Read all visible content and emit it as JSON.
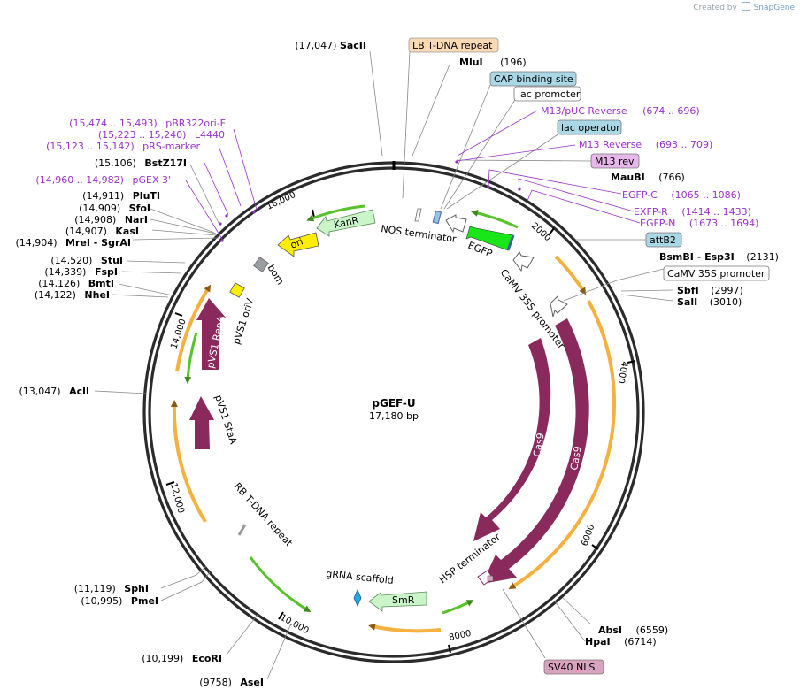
{
  "credit": {
    "prefix": "Created by",
    "brand": "SnapGene"
  },
  "plasmid": {
    "name": "pGEF-U",
    "length_label": "17,180 bp",
    "length": 17180
  },
  "colors": {
    "ring": "#2b2b2b",
    "site_text": "#000000",
    "primer": "#9b30c9",
    "cds_purple": "#8a2a5c",
    "egfp_green": "#19e619",
    "kanr_green": "#c9f5c9",
    "ori_yellow": "#ffee00",
    "feature_orange": "#f6b040",
    "feature_green": "#58c22a",
    "lb_fill": "#fbd9b4",
    "blue_box": "#a9d7e6",
    "pink_box": "#d9a3bf",
    "m13rev_box": "#e7b6ea"
  },
  "ticks": [
    "2000",
    "4000",
    "6000",
    "8000",
    "10,000",
    "12,000",
    "14,000",
    "16,000"
  ],
  "labels": {
    "sites": [
      {
        "pos": "(17,047)",
        "name": "SacII"
      },
      {
        "pos": "(196)",
        "name": "MluI"
      },
      {
        "pos": "(766)",
        "name": "MauBI"
      },
      {
        "pos": "(2131)",
        "name": "BsmBI - Esp3I"
      },
      {
        "pos": "(2997)",
        "name": "SbfI"
      },
      {
        "pos": "(3010)",
        "name": "SalI"
      },
      {
        "pos": "(6559)",
        "name": "AbsI"
      },
      {
        "pos": "(6714)",
        "name": "HpaI"
      },
      {
        "pos": "(10,199)",
        "name": "EcoRI"
      },
      {
        "pos": "(9758)",
        "name": "AseI"
      },
      {
        "pos": "(11,119)",
        "name": "SphI"
      },
      {
        "pos": "(10,995)",
        "name": "PmeI"
      },
      {
        "pos": "(13,047)",
        "name": "AclI"
      },
      {
        "pos": "(14,520)",
        "name": "StuI"
      },
      {
        "pos": "(14,339)",
        "name": "FspI"
      },
      {
        "pos": "(14,126)",
        "name": "BmtI"
      },
      {
        "pos": "(14,122)",
        "name": "NheI"
      },
      {
        "pos": "(15,106)",
        "name": "BstZ17I"
      },
      {
        "pos": "(14,911)",
        "name": "PluTI"
      },
      {
        "pos": "(14,909)",
        "name": "SfoI"
      },
      {
        "pos": "(14,908)",
        "name": "NarI"
      },
      {
        "pos": "(14,907)",
        "name": "KasI"
      },
      {
        "pos": "(14,904)",
        "name": "MreI - SgrAI"
      }
    ],
    "primers": [
      {
        "name": "M13/pUC Reverse",
        "range": "(674 .. 696)"
      },
      {
        "name": "M13 Reverse",
        "range": "(693 .. 709)"
      },
      {
        "name": "EGFP-C",
        "range": "(1065 .. 1086)"
      },
      {
        "name": "EXFP-R",
        "range": "(1414 .. 1433)"
      },
      {
        "name": "EGFP-N",
        "range": "(1673 .. 1694)"
      },
      {
        "name": "pBR322ori-F",
        "range": "(15,474 .. 15,493)"
      },
      {
        "name": "L4440",
        "range": "(15,223 .. 15,240)"
      },
      {
        "name": "pRS-marker",
        "range": "(15,123 .. 15,142)"
      },
      {
        "name": "pGEX 3'",
        "range": "(14,960 .. 14,982)"
      }
    ],
    "boxed": [
      {
        "text": "LB T-DNA repeat"
      },
      {
        "text": "CAP binding site"
      },
      {
        "text": "lac promoter"
      },
      {
        "text": "lac operator"
      },
      {
        "text": "M13 rev"
      },
      {
        "text": "attB2"
      },
      {
        "text": "CaMV 35S promoter"
      },
      {
        "text": "SV40 NLS"
      }
    ],
    "features": [
      {
        "text": "NOS terminator"
      },
      {
        "text": "EGFP"
      },
      {
        "text": "CaMV 35S promoter"
      },
      {
        "text": "Cas9"
      },
      {
        "text": "Cas9"
      },
      {
        "text": "HSP terminator"
      },
      {
        "text": "gRNA scaffold"
      },
      {
        "text": "SmR"
      },
      {
        "text": "RB T-DNA repeat"
      },
      {
        "text": "pVS1 StaA"
      },
      {
        "text": "pVS1 RepA"
      },
      {
        "text": "pVS1 oriV"
      },
      {
        "text": "bom"
      },
      {
        "text": "ori"
      },
      {
        "text": "KanR"
      }
    ]
  }
}
